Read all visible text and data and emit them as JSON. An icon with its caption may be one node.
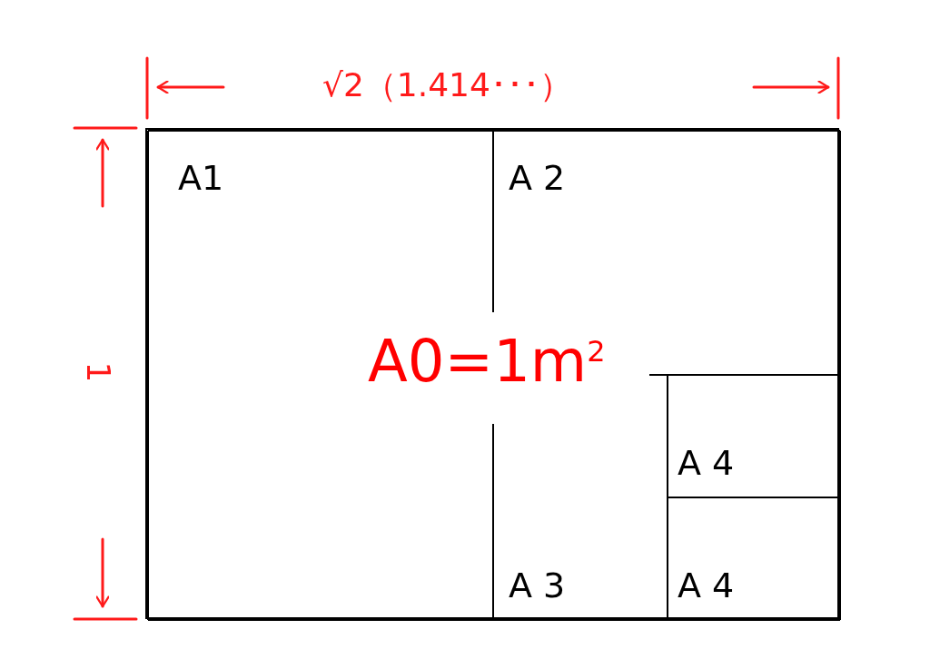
{
  "diagram": {
    "nodes": [
      {
        "text": [],
        "shape": "box"
      },
      {
        "text": [
          "A1"
        ],
        "in": 0
      },
      {
        "text": [
          "A 2"
        ],
        "in": 0
      },
      {
        "text": [
          "A 3"
        ],
        "in": 0
      },
      {
        "text": [
          "A 4"
        ],
        "in": 0
      },
      {
        "text": [
          "A 4"
        ],
        "in": 0
      }
    ],
    "labels": [
      "√2（1.414･･･）",
      "1",
      "A0=1m$^{2}$"
    ]
  }
}
